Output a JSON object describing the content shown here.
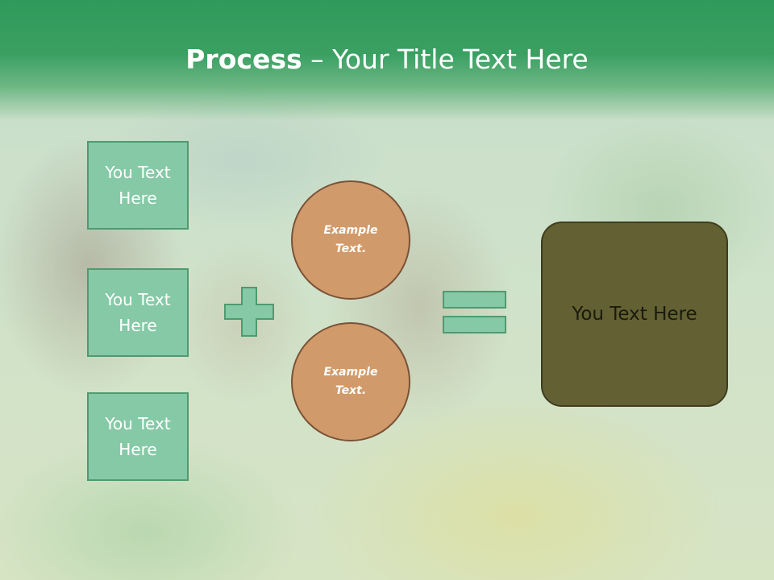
{
  "slide": {
    "title_bold": "Process",
    "title_rest": " – Your Title Text Here",
    "left_boxes": [
      {
        "label": "You Text Here"
      },
      {
        "label": "You Text Here"
      },
      {
        "label": "You Text Here"
      }
    ],
    "circles": [
      {
        "label": "Example Text."
      },
      {
        "label": "Example Text."
      }
    ],
    "result": {
      "label": "You Text Here"
    },
    "operators": [
      "plus-icon",
      "equals-icon"
    ]
  },
  "colors": {
    "header": "#3aa062",
    "box_fill": "#86c9a6",
    "box_border": "#4f9a6f",
    "circle_fill": "#d19a6a",
    "circle_border": "#7a5238",
    "result_fill": "#636033",
    "operator_fill": "#86c9a6"
  }
}
